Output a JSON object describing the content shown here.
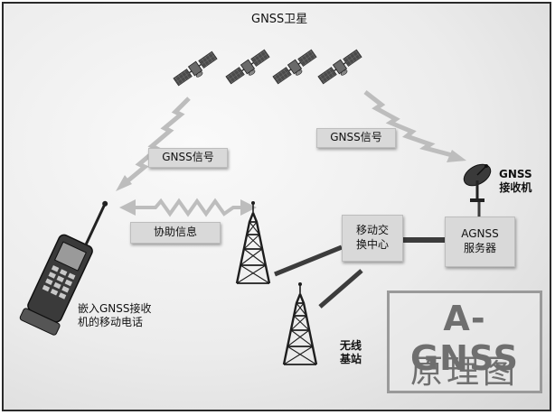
{
  "labels": {
    "satellites": "GNSS卫星",
    "signal_left": "GNSS信号",
    "signal_right": "GNSS信号",
    "assist_info": "协助信息",
    "phone_line1": "嵌入GNSS接收",
    "phone_line2": "机的移动电话",
    "receiver_line1": "GNSS",
    "receiver_line2": "接收机",
    "msc_line1": "移动交",
    "msc_line2": "换中心",
    "server_line1": "AGNSS",
    "server_line2": "服务器",
    "base_station_line1": "无线",
    "base_station_line2": "基站"
  },
  "title": {
    "line1": "A-GNSS",
    "line2": "原理图"
  },
  "colors": {
    "satellite_body": "#5a5a5a",
    "panel": "#4a4a4a",
    "tower": "#1e1e1e",
    "signal": "#bdbdbd",
    "link": "#3c3c3c",
    "box": "#d9d9d9",
    "title_text": "#6f6f6f"
  }
}
